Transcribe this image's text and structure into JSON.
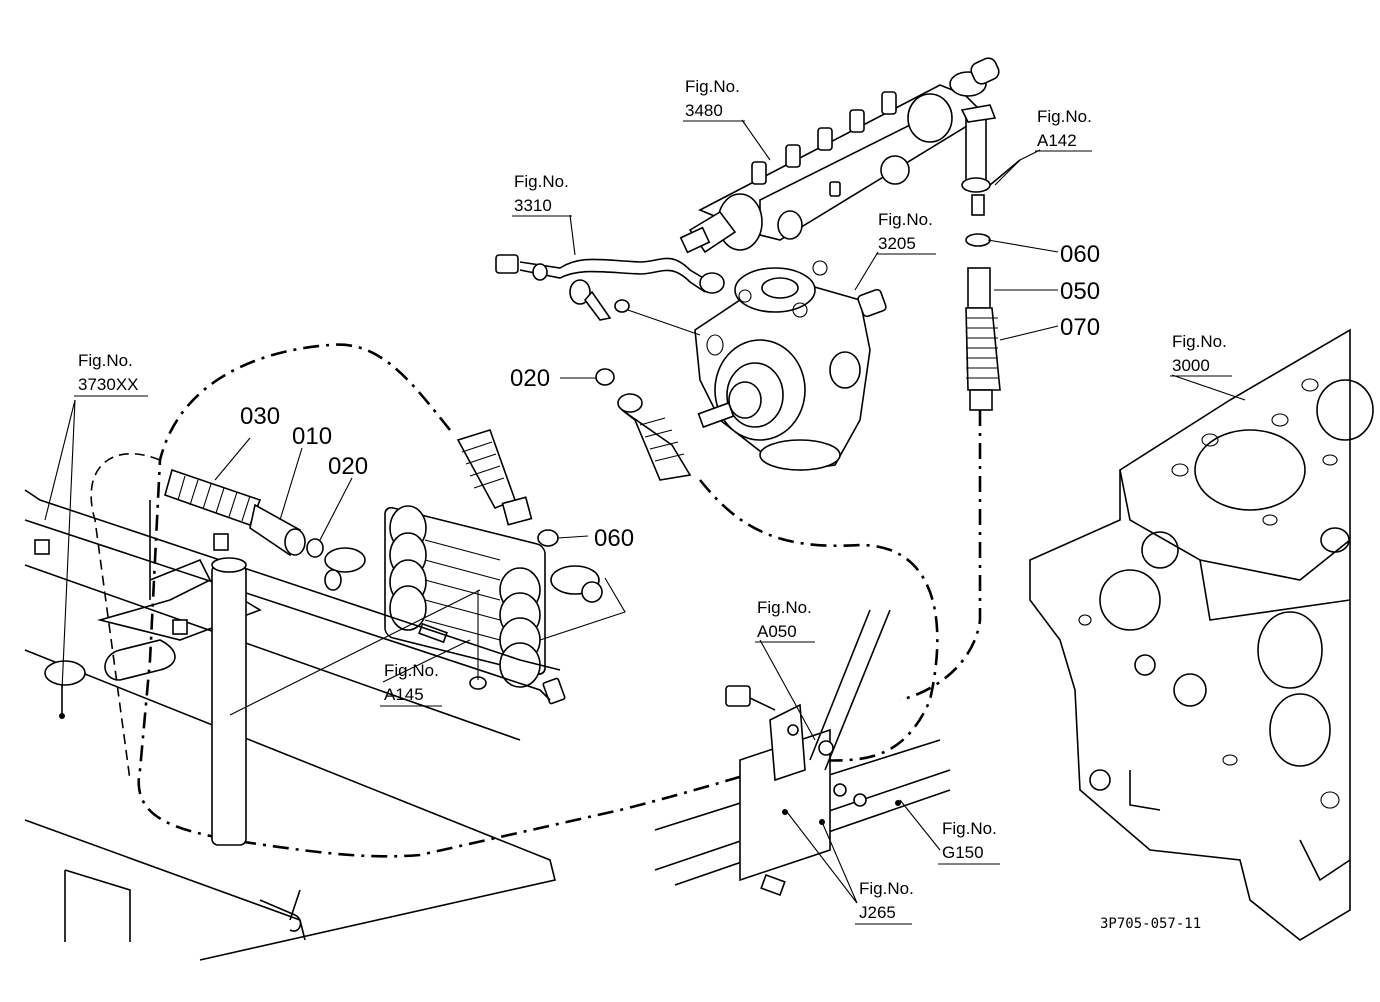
{
  "figure_refs": [
    {
      "id": "fig-3480",
      "prefix": "Fig.No.",
      "number": "3480"
    },
    {
      "id": "fig-a142",
      "prefix": "Fig.No.",
      "number": "A142"
    },
    {
      "id": "fig-3310",
      "prefix": "Fig.No.",
      "number": "3310"
    },
    {
      "id": "fig-3205",
      "prefix": "Fig.No.",
      "number": "3205"
    },
    {
      "id": "fig-3730xx",
      "prefix": "Fig.No.",
      "number": "3730XX"
    },
    {
      "id": "fig-3000",
      "prefix": "Fig.No.",
      "number": "3000"
    },
    {
      "id": "fig-a050",
      "prefix": "Fig.No.",
      "number": "A050"
    },
    {
      "id": "fig-a145",
      "prefix": "Fig.No.",
      "number": "A145"
    },
    {
      "id": "fig-g150",
      "prefix": "Fig.No.",
      "number": "G150"
    },
    {
      "id": "fig-j265",
      "prefix": "Fig.No.",
      "number": "J265"
    }
  ],
  "part_labels": {
    "p060_top": "060",
    "p050": "050",
    "p070": "070",
    "p020_mid": "020",
    "p030": "030",
    "p010": "010",
    "p020_left": "020",
    "p060_mid": "060"
  },
  "drawing_code": "3P705-057-11"
}
